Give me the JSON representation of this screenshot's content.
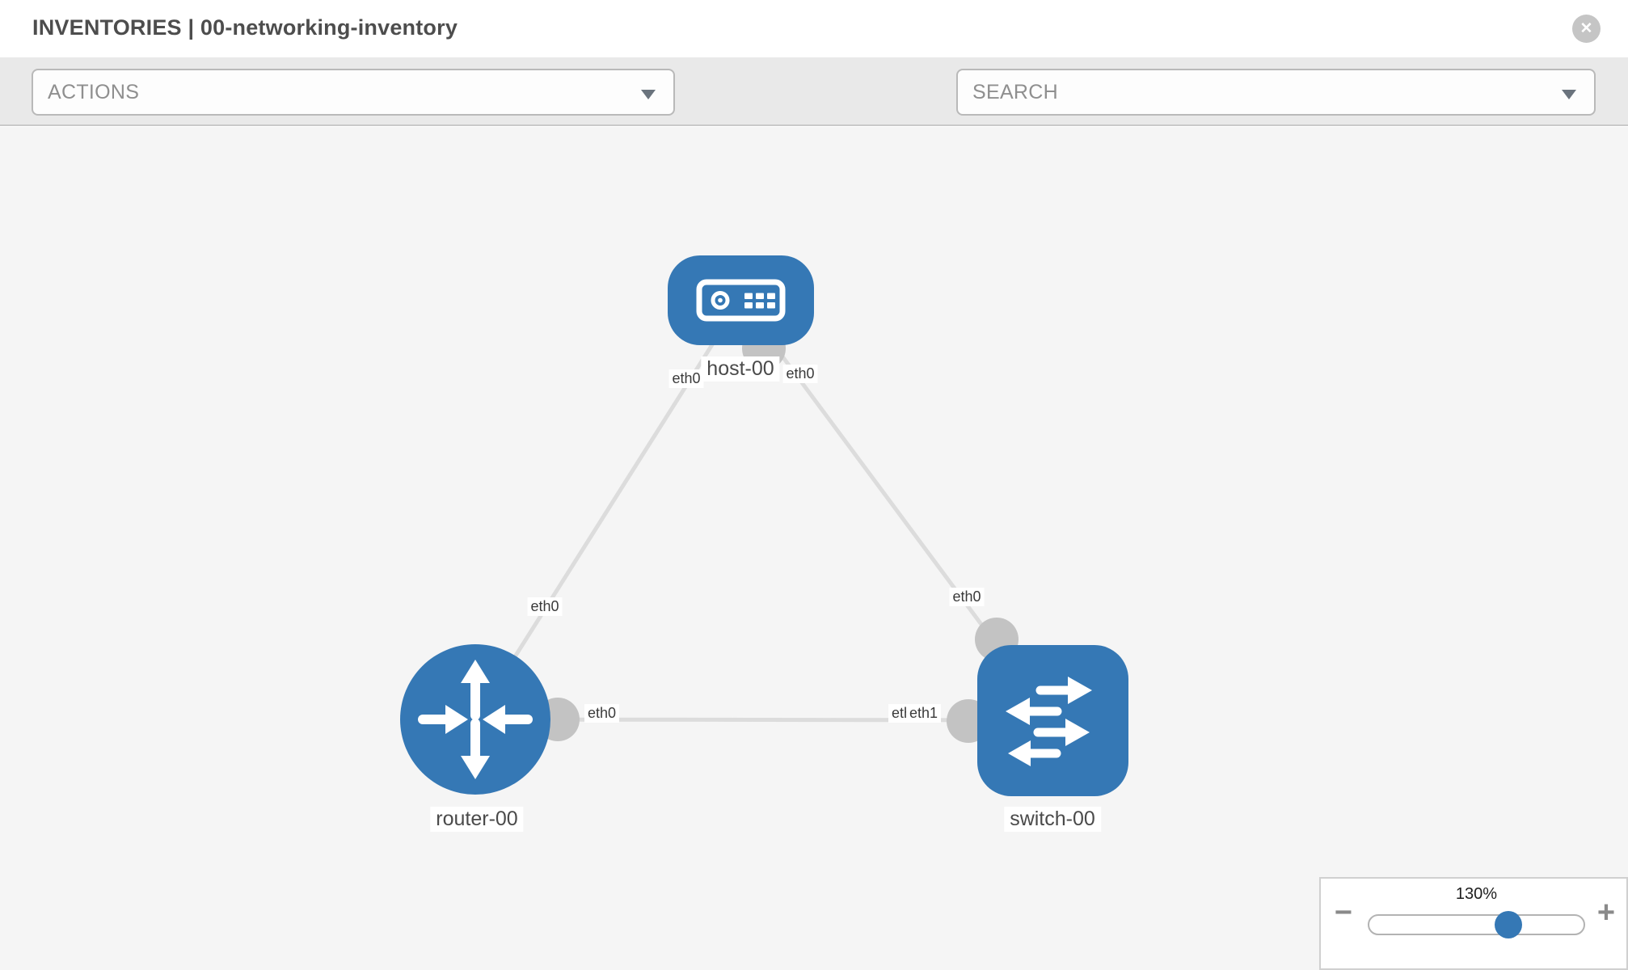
{
  "header": {
    "title": "INVENTORIES | 00-networking-inventory",
    "close_label": "✕"
  },
  "toolbar": {
    "actions_label": "ACTIONS",
    "search_label": "SEARCH",
    "tools": [
      {
        "icon": "wrench-icon"
      },
      {
        "icon": "key-icon"
      }
    ]
  },
  "topology": {
    "nodes": [
      {
        "id": "host-00",
        "type": "host",
        "label": "host-00"
      },
      {
        "id": "router-00",
        "type": "router",
        "label": "router-00"
      },
      {
        "id": "switch-00",
        "type": "switch",
        "label": "switch-00"
      }
    ],
    "links": [
      {
        "from": "host-00",
        "from_if": "eth0",
        "to": "router-00",
        "to_if": "eth0"
      },
      {
        "from": "host-00",
        "from_if": "eth0",
        "to": "switch-00",
        "to_if": "eth0"
      },
      {
        "from": "router-00",
        "from_if": "eth0",
        "to": "switch-00",
        "to_if": "eth1"
      }
    ],
    "overlapped_interface_label": "eth0"
  },
  "zoom_control": {
    "value_label": "130%",
    "minus_label": "−",
    "plus_label": "+"
  },
  "colors": {
    "node_blue": "#3578b5",
    "port_gray": "#c3c3c3",
    "link_gray": "#dcdcdc",
    "canvas_bg": "#f5f5f5",
    "toolbar_bg": "#e9e9e9"
  }
}
